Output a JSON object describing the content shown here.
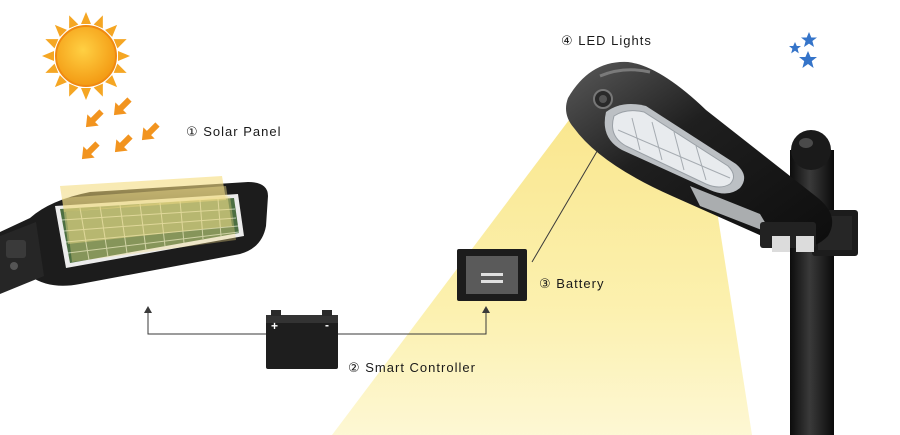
{
  "labels": {
    "solar_panel": "① Solar Panel",
    "smart_controller": "② Smart Controller",
    "battery": "③ Battery",
    "led_lights": "④ LED Lights"
  },
  "battery_icon": {
    "plus": "+",
    "minus": "-"
  },
  "colors": {
    "sun": "#f7a21b",
    "sun_rays": "#f5a623",
    "sun_arrows": "#f0931c",
    "moon": "#1d5fb5",
    "stars": "#2f6fc4",
    "light_beam": "#fbf0a2",
    "panel_glow": "#f3dc7e",
    "lamp_body": "#1e1e1e",
    "connector_line": "#333333"
  },
  "icons": [
    "sun-icon",
    "moon-icon",
    "star-icon",
    "arrow-icon",
    "battery-icon",
    "controller-icon"
  ]
}
